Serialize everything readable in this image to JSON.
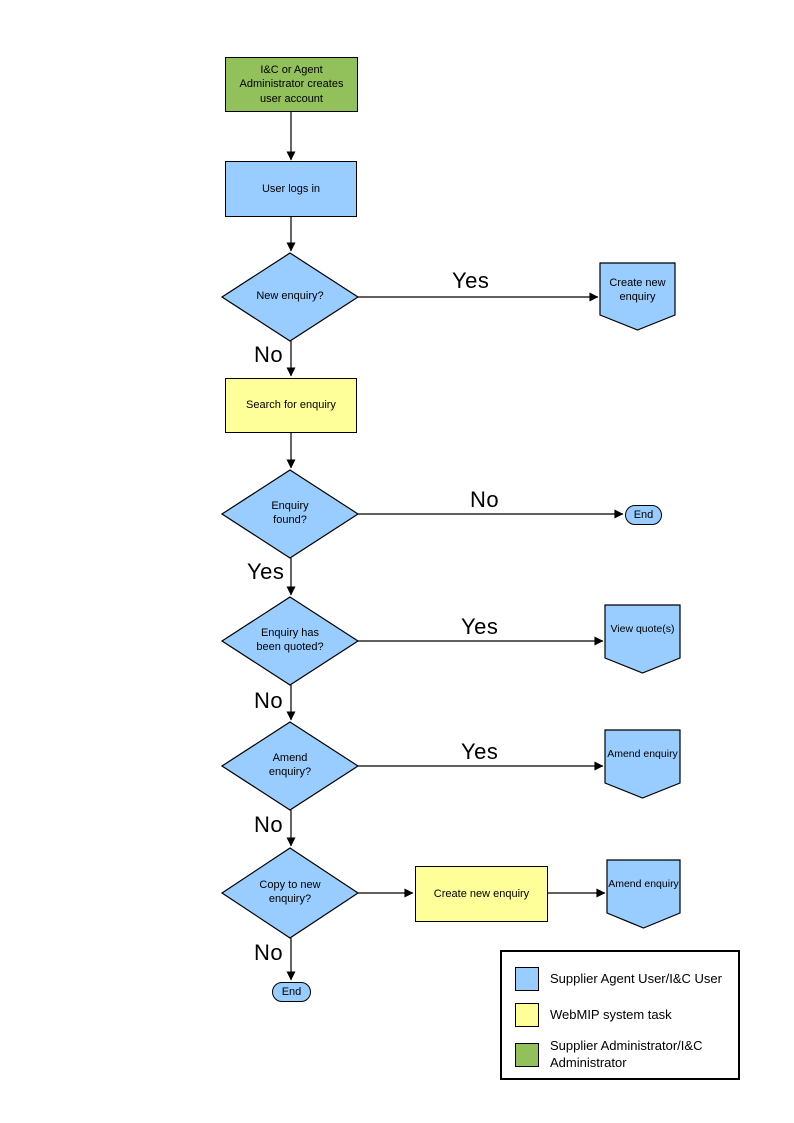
{
  "colors": {
    "blue": "#99CCFF",
    "yellow": "#FFFF99",
    "green": "#92C05A",
    "stroke": "#000000"
  },
  "nodes": {
    "create_account": "I&C or Agent Administrator creates user account",
    "user_logs_in": "User logs in",
    "new_enquiry_q": "New enquiry?",
    "create_new_enquiry_1": "Create new enquiry",
    "search_for_enquiry": "Search for enquiry",
    "enquiry_found_q": "Enquiry found?",
    "end_1": "End",
    "enquiry_quoted_q": "Enquiry has been quoted?",
    "view_quotes": "View quote(s)",
    "amend_enquiry_q": "Amend enquiry?",
    "amend_enquiry_1": "Amend enquiry",
    "copy_to_new_q": "Copy to new enquiry?",
    "create_new_enquiry_2": "Create new enquiry",
    "amend_enquiry_2": "Amend enquiry",
    "end_2": "End"
  },
  "edge_labels": {
    "new_enquiry_yes": "Yes",
    "new_enquiry_no": "No",
    "enquiry_found_no": "No",
    "enquiry_found_yes": "Yes",
    "quoted_yes": "Yes",
    "quoted_no": "No",
    "amend_yes": "Yes",
    "amend_no": "No",
    "copy_no": "No"
  },
  "legend": {
    "items": [
      {
        "color": "#99CCFF",
        "label": "Supplier Agent User/I&C User"
      },
      {
        "color": "#FFFF99",
        "label": "WebMIP system task"
      },
      {
        "color": "#92C05A",
        "label": "Supplier Administrator/I&C Administrator"
      }
    ]
  }
}
